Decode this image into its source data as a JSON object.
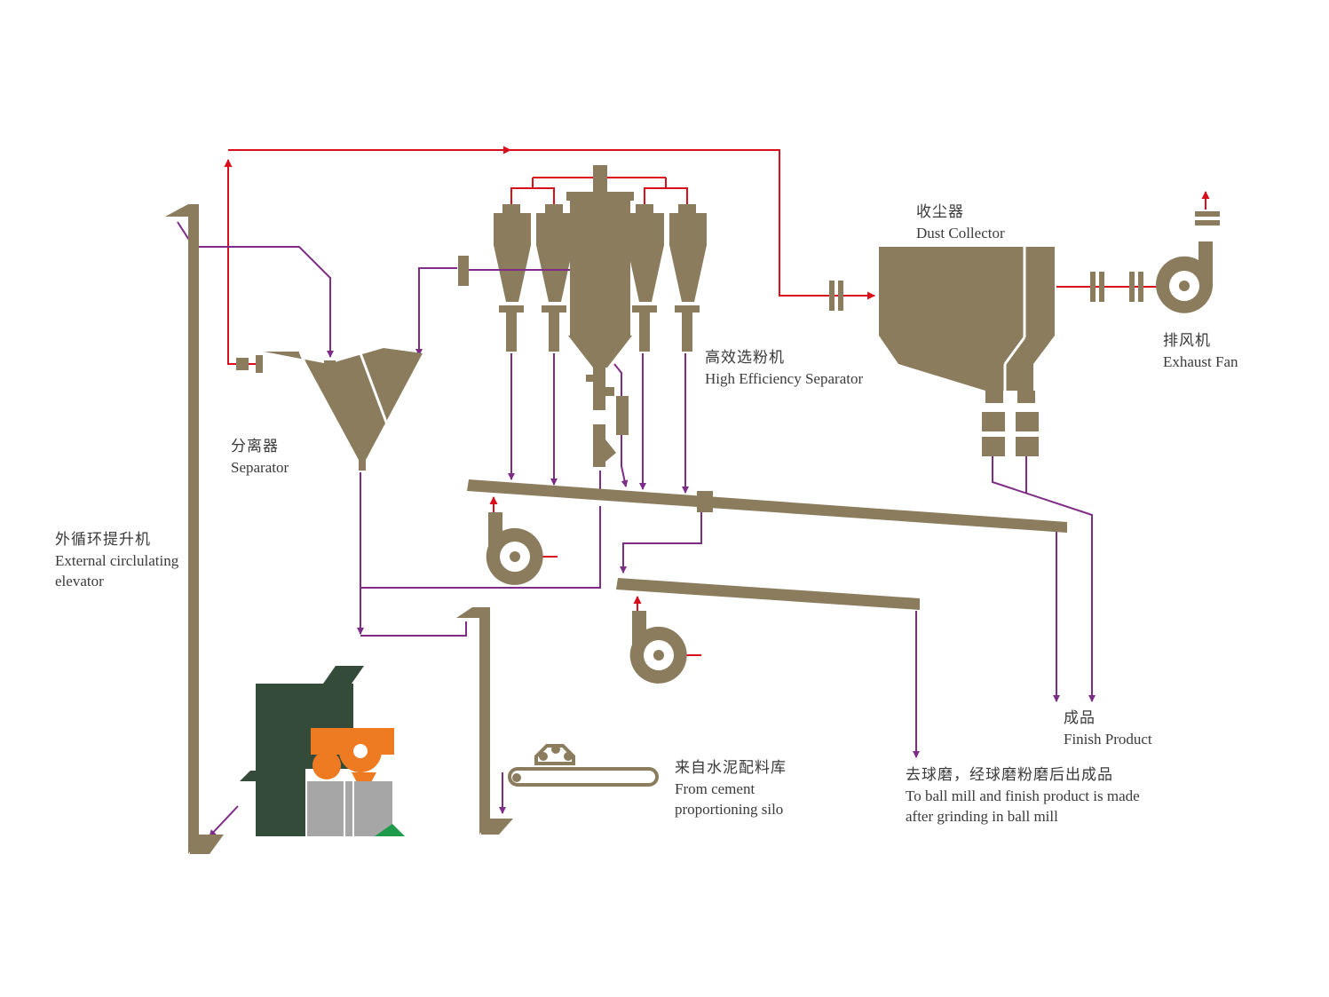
{
  "colors": {
    "equipment": "#8b7c5e",
    "mill_green": "#354b3a",
    "mill_orange": "#ee7a22",
    "mill_grey": "#a6a6a6",
    "material_flow": "#7e2d86",
    "air_flow": "#d9101c",
    "text": "#3a3a3a"
  },
  "icons": {
    "fan": "centrifugal-fan-icon",
    "cyclone": "cyclone-icon",
    "valve": "flange-valve-icon"
  },
  "labels": {
    "dust_collector": {
      "zh": "收尘器",
      "en": "Dust Collector"
    },
    "exhaust_fan": {
      "zh": "排风机",
      "en": "Exhaust Fan"
    },
    "hes": {
      "zh": "高效选粉机",
      "en": "High Efficiency Separator"
    },
    "separator": {
      "zh": "分离器",
      "en": "Separator"
    },
    "elevator": {
      "zh": "外循环提升机",
      "en1": "External circlulating",
      "en2": "elevator"
    },
    "finish_product": {
      "zh": "成品",
      "en": "Finish Product"
    },
    "cement_silo": {
      "zh": "来自水泥配料库",
      "en1": "From cement",
      "en2": "proportioning silo"
    },
    "ball_mill": {
      "zh": "去球磨，经球磨粉磨后出成品",
      "en1": "To ball mill and finish product is made",
      "en2": "after grinding in ball mill"
    }
  }
}
